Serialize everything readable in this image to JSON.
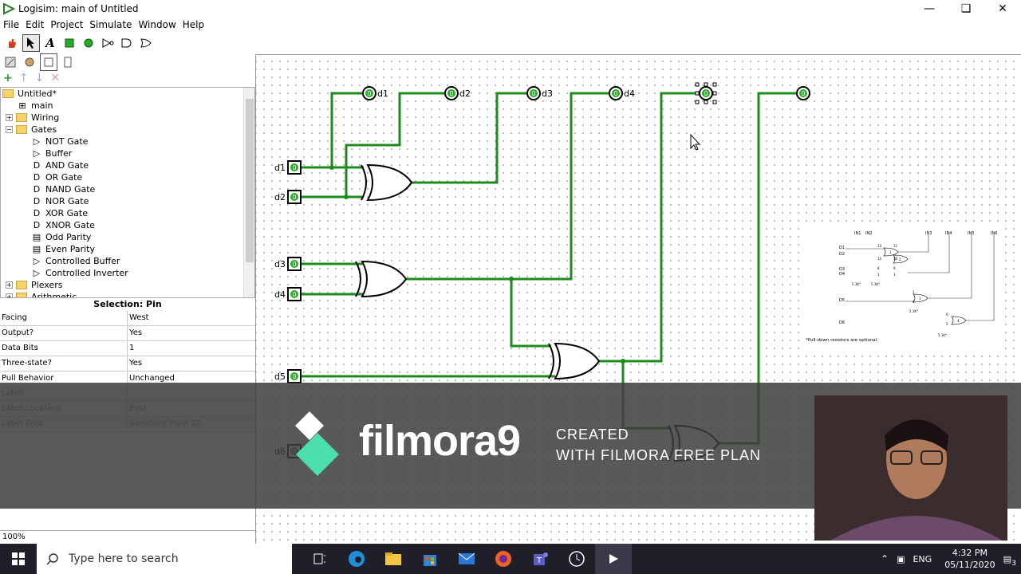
{
  "window": {
    "title": "Logisim: main of Untitled"
  },
  "menu": [
    "File",
    "Edit",
    "Project",
    "Simulate",
    "Window",
    "Help"
  ],
  "tree": {
    "items": [
      {
        "label": "Untitled*",
        "type": "project"
      },
      {
        "label": "main",
        "type": "circuit"
      },
      {
        "label": "Wiring",
        "type": "folder"
      },
      {
        "label": "Gates",
        "type": "folder"
      },
      {
        "label": "NOT Gate",
        "type": "gate",
        "icon": "▷"
      },
      {
        "label": "Buffer",
        "type": "gate",
        "icon": "▷"
      },
      {
        "label": "AND Gate",
        "type": "gate",
        "icon": "D"
      },
      {
        "label": "OR Gate",
        "type": "gate",
        "icon": "D"
      },
      {
        "label": "NAND Gate",
        "type": "gate",
        "icon": "D"
      },
      {
        "label": "NOR Gate",
        "type": "gate",
        "icon": "D"
      },
      {
        "label": "XOR Gate",
        "type": "gate",
        "icon": "D"
      },
      {
        "label": "XNOR Gate",
        "type": "gate",
        "icon": "D"
      },
      {
        "label": "Odd Parity",
        "type": "gate",
        "icon": "▤"
      },
      {
        "label": "Even Parity",
        "type": "gate",
        "icon": "▤"
      },
      {
        "label": "Controlled Buffer",
        "type": "gate",
        "icon": "▷"
      },
      {
        "label": "Controlled Inverter",
        "type": "gate",
        "icon": "▷"
      },
      {
        "label": "Plexers",
        "type": "folder"
      },
      {
        "label": "Arithmetic",
        "type": "folder"
      }
    ]
  },
  "selection": {
    "title": "Selection: Pin",
    "props": [
      {
        "k": "Facing",
        "v": "West"
      },
      {
        "k": "Output?",
        "v": "Yes"
      },
      {
        "k": "Data Bits",
        "v": "1"
      },
      {
        "k": "Three-state?",
        "v": "Yes"
      },
      {
        "k": "Pull Behavior",
        "v": "Unchanged"
      },
      {
        "k": "Label",
        "v": ""
      },
      {
        "k": "Label Location",
        "v": "East"
      },
      {
        "k": "Label Font",
        "v": "SansSerif Plain 12"
      }
    ]
  },
  "zoom": "100%",
  "circuit": {
    "inputs": [
      "d1",
      "d2",
      "d3",
      "d4",
      "d5",
      "d6"
    ],
    "outputs": [
      "d1",
      "d2",
      "d3",
      "d4",
      "",
      ""
    ],
    "pin_value": "0",
    "wire_color": "#1d8c1d"
  },
  "reference_schematic": {
    "in_labels": [
      "IN1",
      "IN2",
      "IN3",
      "IN4",
      "IN5",
      "IN6"
    ],
    "d_labels": [
      "D1",
      "D2",
      "D3",
      "D4",
      "D5",
      "D6"
    ],
    "pin_numbers": [
      "13",
      "11",
      "12",
      "10",
      "8",
      "9",
      "1",
      "3",
      "2",
      "4",
      "6",
      "5"
    ],
    "gate_numbers": [
      "1",
      "2",
      "3",
      "4"
    ],
    "resistor": "5.1K*",
    "note": "*Pull-down resistors are optional."
  },
  "watermark": {
    "brand": "filmora9",
    "line1": "CREATED",
    "line2": "WITH FILMORA FREE PLAN"
  },
  "taskbar": {
    "search_placeholder": "Type here to search",
    "lang": "ENG",
    "time": "4:32 PM",
    "date": "05/11/2020",
    "notifications": "3"
  }
}
